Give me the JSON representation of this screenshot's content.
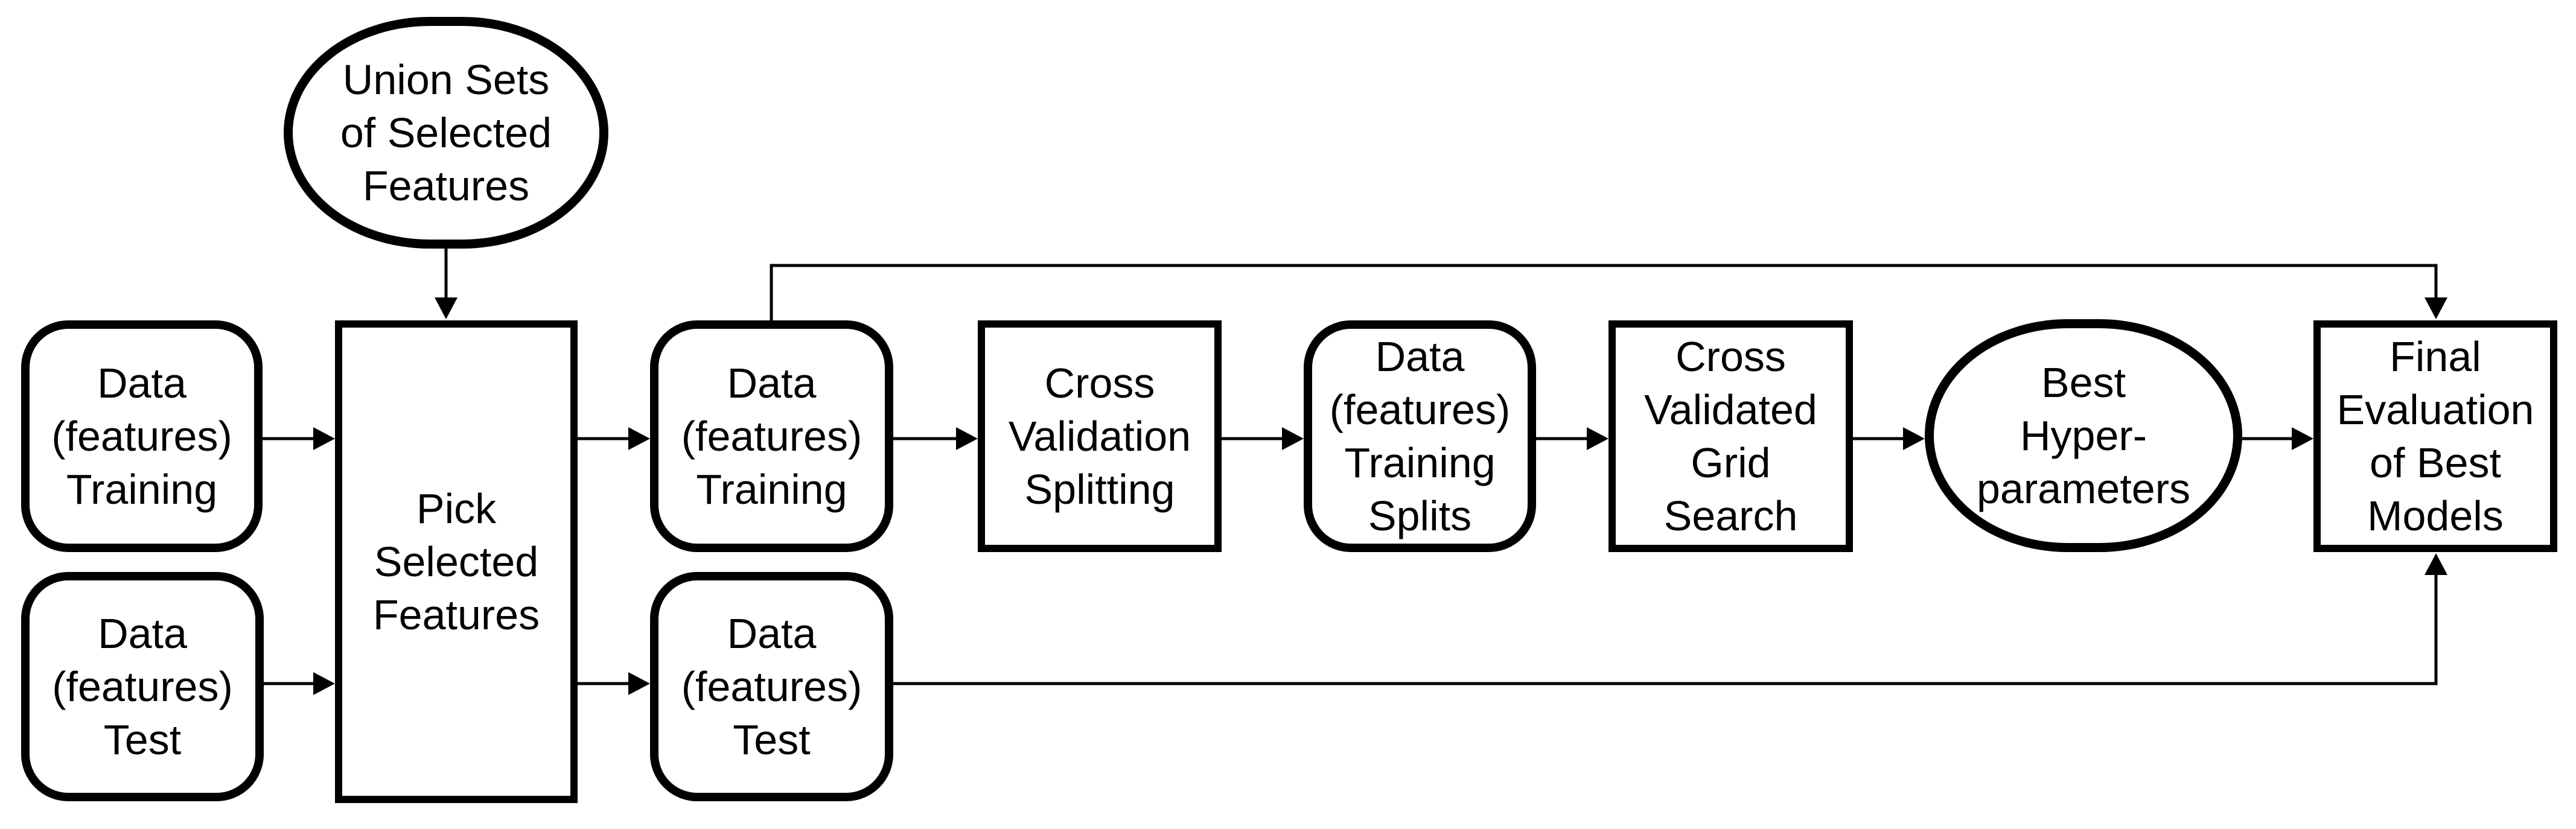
{
  "diagram": {
    "background_color": "#ffffff",
    "line_color": "#000000",
    "text_color": "#000000",
    "nodes": {
      "union_sets": {
        "label": "Union Sets\nof Selected\nFeatures",
        "shape": "ellipse"
      },
      "data_features_training_input": {
        "label": "Data\n(features)\nTraining",
        "shape": "rounded-rect"
      },
      "data_features_test_input": {
        "label": "Data\n(features)\nTest",
        "shape": "rounded-rect"
      },
      "pick_selected_features": {
        "label": "Pick\nSelected\nFeatures",
        "shape": "rect"
      },
      "data_features_training_selected": {
        "label": "Data\n(features)\nTraining",
        "shape": "rounded-rect"
      },
      "data_features_test_selected": {
        "label": "Data\n(features)\nTest",
        "shape": "rounded-rect"
      },
      "cross_validation_splitting": {
        "label": "Cross\nValidation\nSplitting",
        "shape": "rect"
      },
      "data_features_training_splits": {
        "label": "Data\n(features)\nTraining\nSplits",
        "shape": "rounded-rect"
      },
      "cross_validated_grid_search": {
        "label": "Cross\nValidated\nGrid\nSearch",
        "shape": "rect"
      },
      "best_hyperparameters": {
        "label": "Best\nHyper-\nparameters",
        "shape": "ellipse"
      },
      "final_evaluation_of_best_models": {
        "label": "Final\nEvaluation\nof Best\nModels",
        "shape": "rect"
      }
    },
    "edges": [
      {
        "from": "union_sets",
        "to": "pick_selected_features"
      },
      {
        "from": "data_features_training_input",
        "to": "pick_selected_features"
      },
      {
        "from": "data_features_test_input",
        "to": "pick_selected_features"
      },
      {
        "from": "pick_selected_features",
        "to": "data_features_training_selected"
      },
      {
        "from": "pick_selected_features",
        "to": "data_features_test_selected"
      },
      {
        "from": "data_features_training_selected",
        "to": "cross_validation_splitting"
      },
      {
        "from": "data_features_training_selected",
        "to": "final_evaluation_of_best_models"
      },
      {
        "from": "cross_validation_splitting",
        "to": "data_features_training_splits"
      },
      {
        "from": "data_features_training_splits",
        "to": "cross_validated_grid_search"
      },
      {
        "from": "cross_validated_grid_search",
        "to": "best_hyperparameters"
      },
      {
        "from": "best_hyperparameters",
        "to": "final_evaluation_of_best_models"
      },
      {
        "from": "data_features_test_selected",
        "to": "final_evaluation_of_best_models"
      }
    ]
  }
}
